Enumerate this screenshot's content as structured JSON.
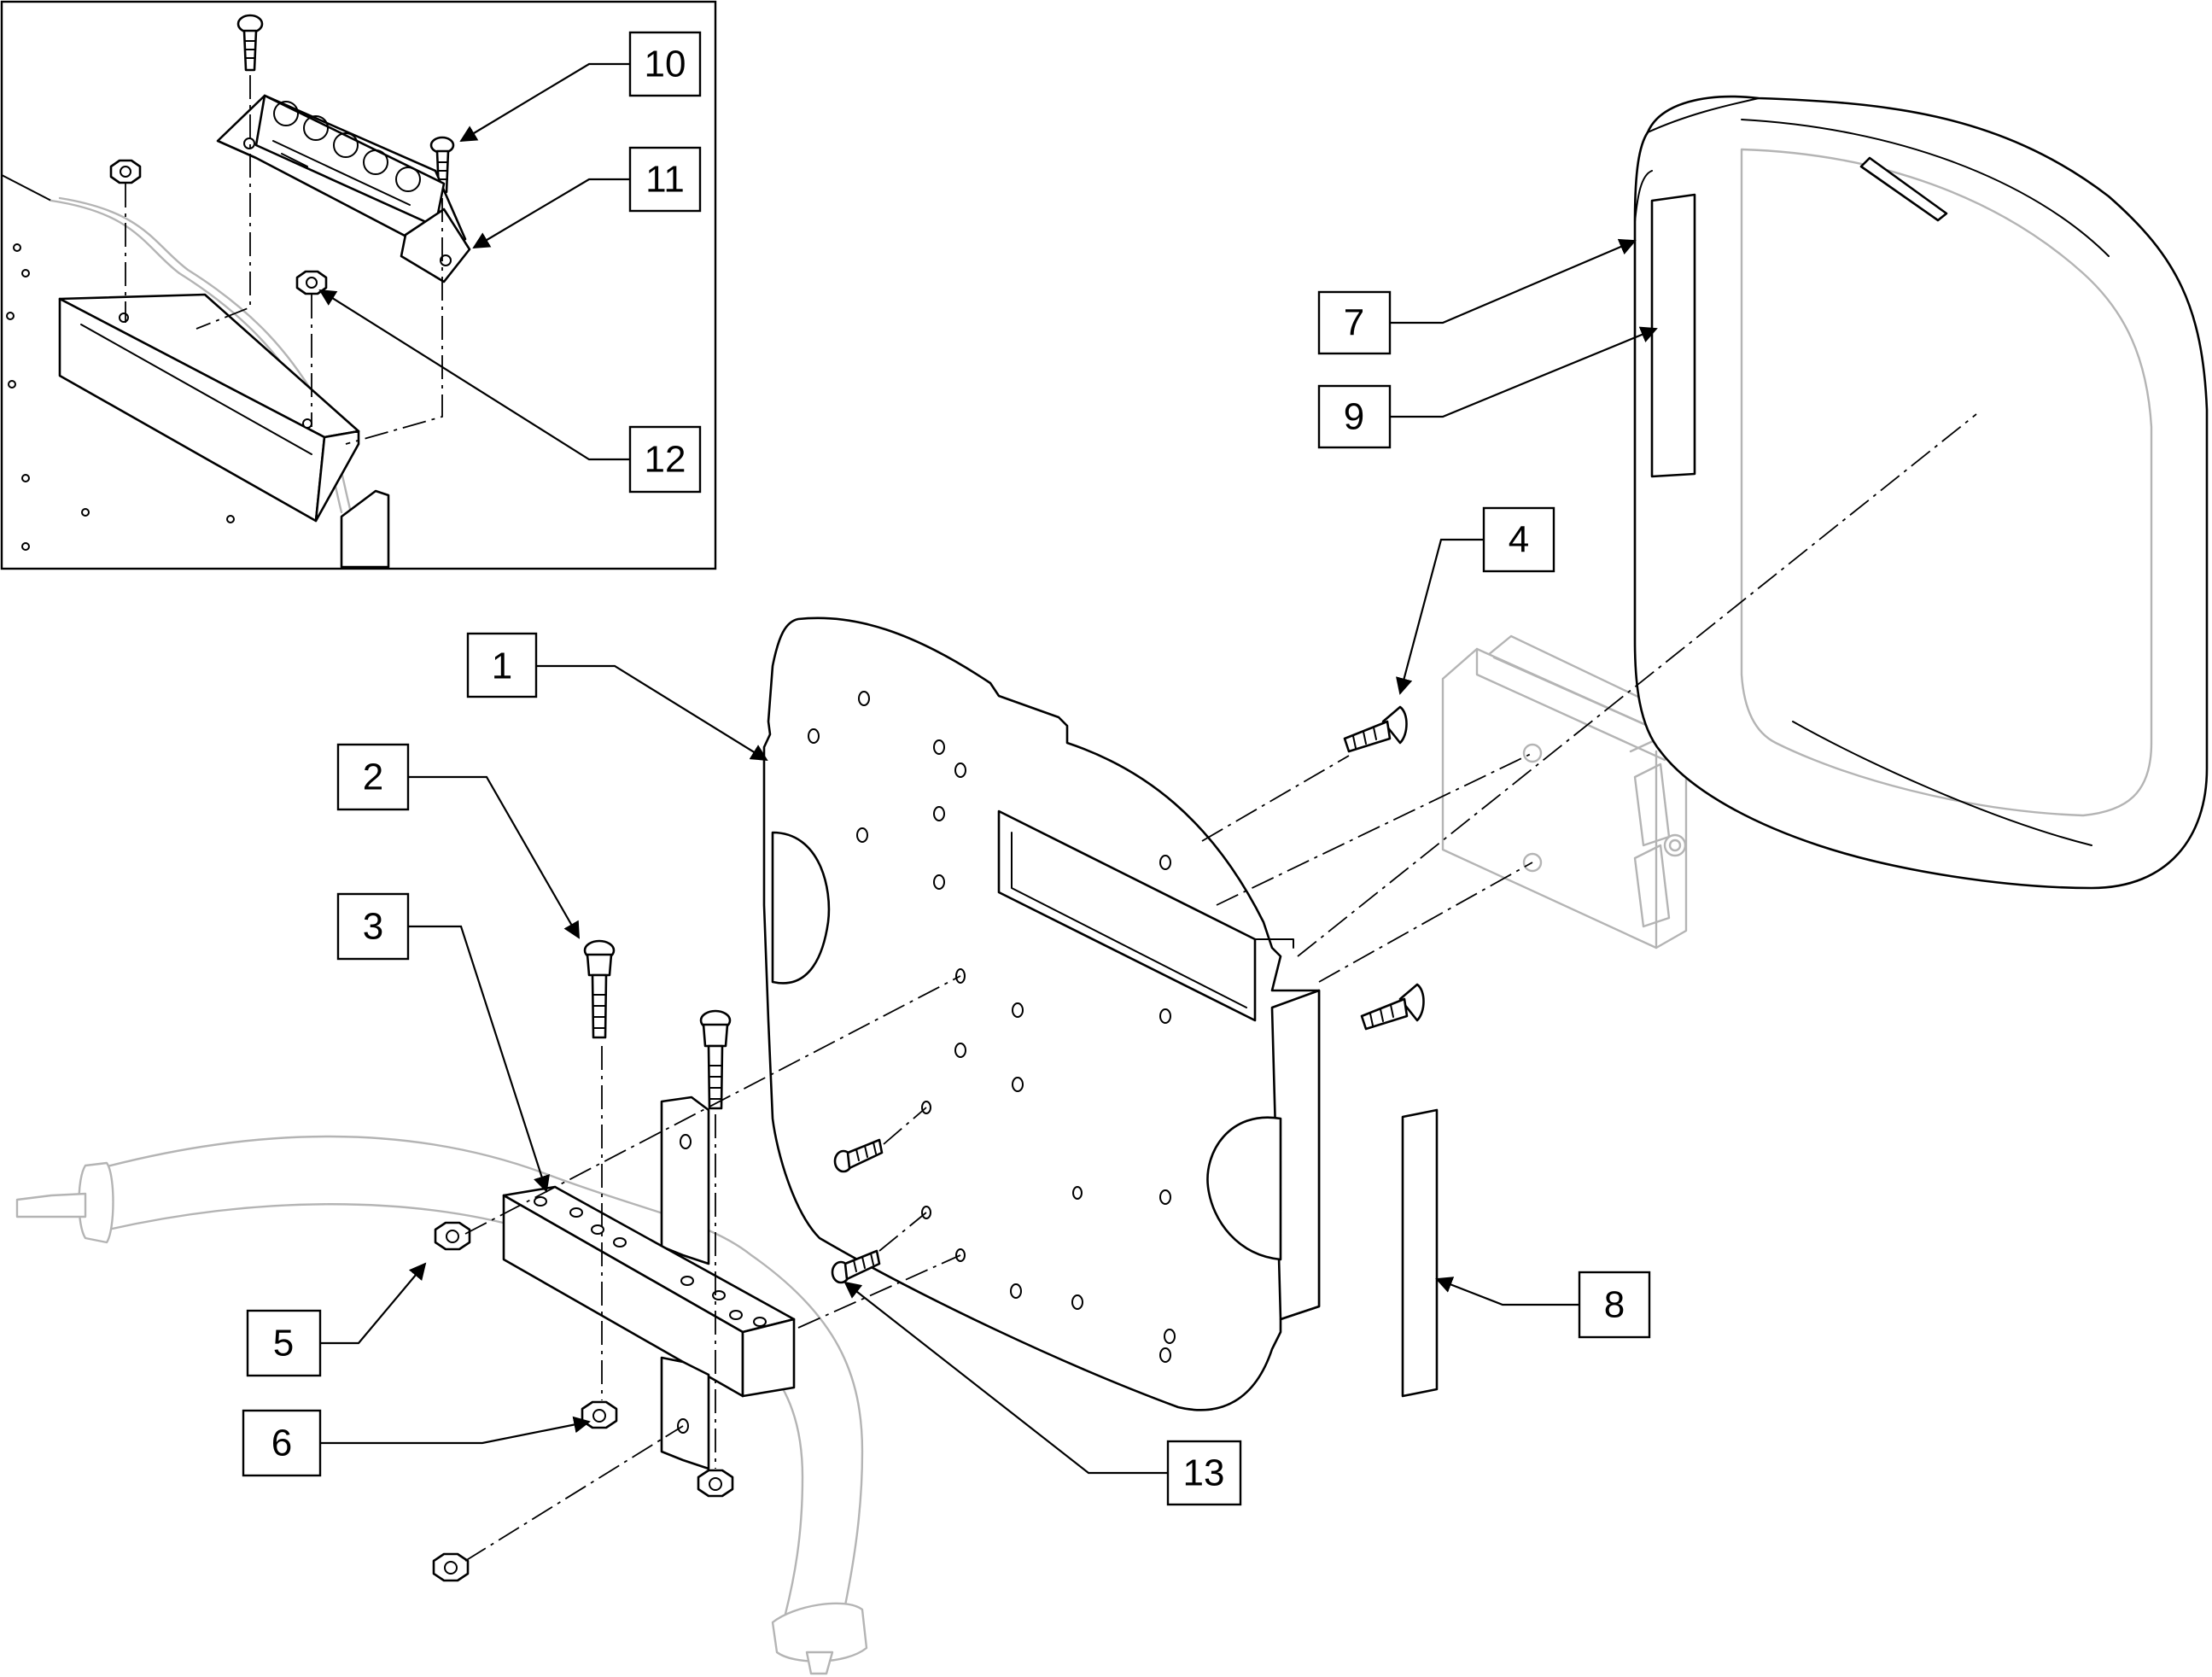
{
  "callouts": [
    {
      "id": "1",
      "label": "1"
    },
    {
      "id": "2",
      "label": "2"
    },
    {
      "id": "3",
      "label": "3"
    },
    {
      "id": "4",
      "label": "4"
    },
    {
      "id": "5",
      "label": "5"
    },
    {
      "id": "6",
      "label": "6"
    },
    {
      "id": "7",
      "label": "7"
    },
    {
      "id": "8",
      "label": "8"
    },
    {
      "id": "9",
      "label": "9"
    },
    {
      "id": "10",
      "label": "10"
    },
    {
      "id": "11",
      "label": "11"
    },
    {
      "id": "12",
      "label": "12"
    },
    {
      "id": "13",
      "label": "13"
    }
  ],
  "colors": {
    "line": "#000000",
    "ghost_line": "#b4b4b4",
    "background": "#ffffff"
  }
}
